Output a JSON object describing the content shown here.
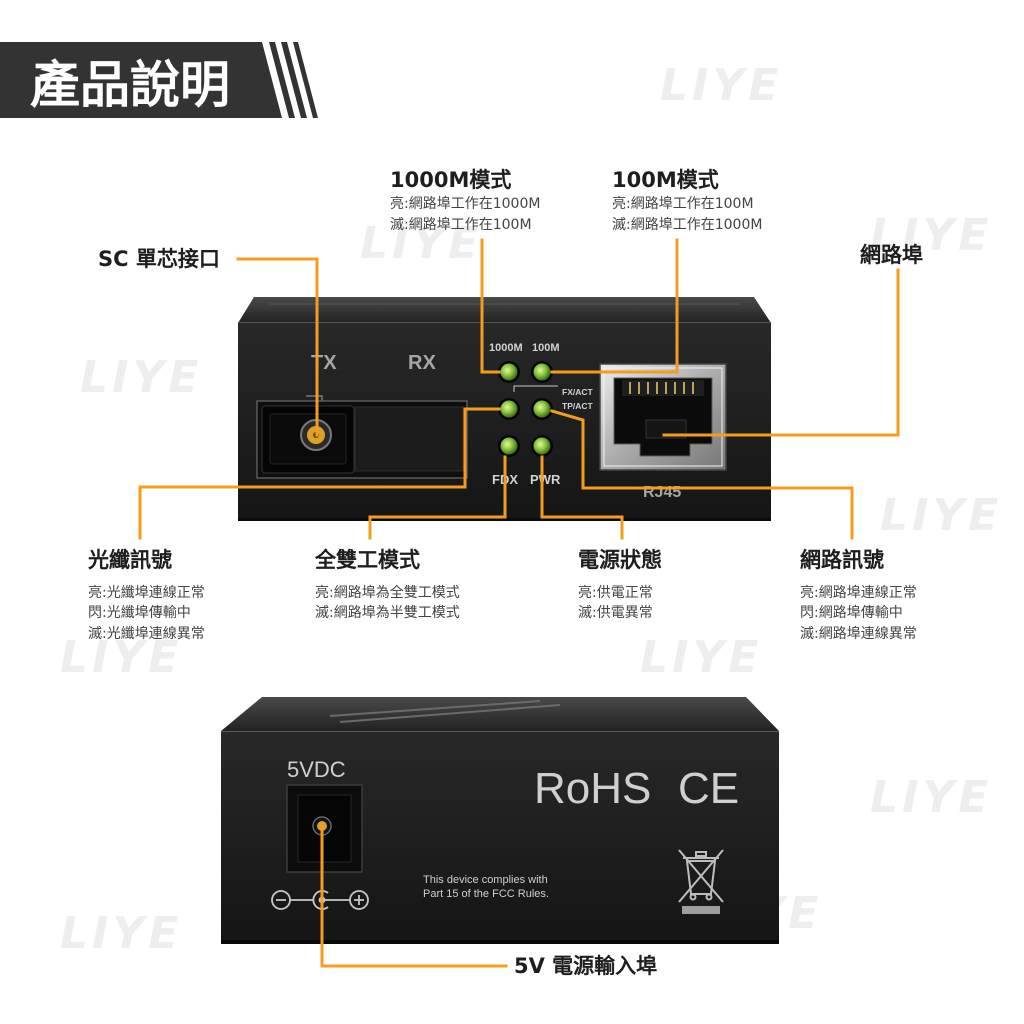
{
  "banner": {
    "title": "產品說明"
  },
  "watermark": "LIYE",
  "front_panel": {
    "tx": "TX",
    "rx": "RX",
    "led_labels": {
      "mode_1000m": "1000M",
      "mode_100m": "100M",
      "fx_act": "FX/ACT",
      "tp_act": "TP/ACT",
      "fdx": "FDX",
      "pwr": "PWR"
    },
    "rj45": "RJ45"
  },
  "callouts": {
    "sc_port": {
      "title": "SC 單芯接口"
    },
    "mode_1000m": {
      "title": "1000M模式",
      "lines": [
        "亮:網路埠工作在1000M",
        "滅:網路埠工作在100M"
      ]
    },
    "mode_100m": {
      "title": "100M模式",
      "lines": [
        "亮:網路埠工作在100M",
        "滅:網路埠工作在1000M"
      ]
    },
    "network_port": {
      "title": "網路埠"
    },
    "fiber_signal": {
      "title": "光纖訊號",
      "lines": [
        "亮:光纖埠連線正常",
        "閃:光纖埠傳輸中",
        "滅:光纖埠連線異常"
      ]
    },
    "full_duplex": {
      "title": "全雙工模式",
      "lines": [
        "亮:網路埠為全雙工模式",
        "滅:網路埠為半雙工模式"
      ]
    },
    "power_status": {
      "title": "電源狀態",
      "lines": [
        "亮:供電正常",
        "滅:供電異常"
      ]
    },
    "network_signal": {
      "title": "網路訊號",
      "lines": [
        "亮:網路埠連線正常",
        "閃:網路埠傳輸中",
        "滅:網路埠連線異常"
      ]
    },
    "power_input": {
      "title": "5V 電源輸入埠"
    }
  },
  "back_panel": {
    "dc_label": "5VDC",
    "rohs": "RoHS",
    "ce": "CE",
    "fcc_lines": [
      "This device complies with",
      "Part 15 of the FCC Rules."
    ]
  },
  "icons": [
    "weee-crossed-bin-icon",
    "dc-polarity-icon"
  ],
  "colors": {
    "accent": "#f39c1f",
    "banner": "#333333",
    "led": "#8cc63f",
    "device_body": "#1b1b1b"
  }
}
